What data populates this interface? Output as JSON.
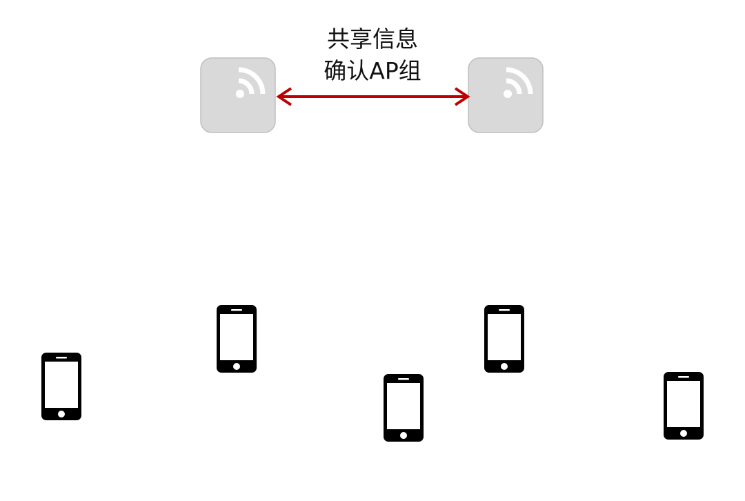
{
  "caption": {
    "line1": "共享信息",
    "line2": "确认AP组"
  },
  "access_points": [
    {
      "icon": "wifi-access-point-icon",
      "fill": "#d9d9d9",
      "stroke": "#bfbfbf",
      "signal_color": "#ffffff"
    },
    {
      "icon": "wifi-access-point-icon",
      "fill": "#d9d9d9",
      "stroke": "#bfbfbf",
      "signal_color": "#ffffff"
    }
  ],
  "link": {
    "type": "bidirectional-arrow",
    "color": "#c00000"
  },
  "clients": [
    {
      "icon": "smartphone-icon",
      "color": "#000000"
    },
    {
      "icon": "smartphone-icon",
      "color": "#000000"
    },
    {
      "icon": "smartphone-icon",
      "color": "#000000"
    },
    {
      "icon": "smartphone-icon",
      "color": "#000000"
    },
    {
      "icon": "smartphone-icon",
      "color": "#000000"
    }
  ]
}
